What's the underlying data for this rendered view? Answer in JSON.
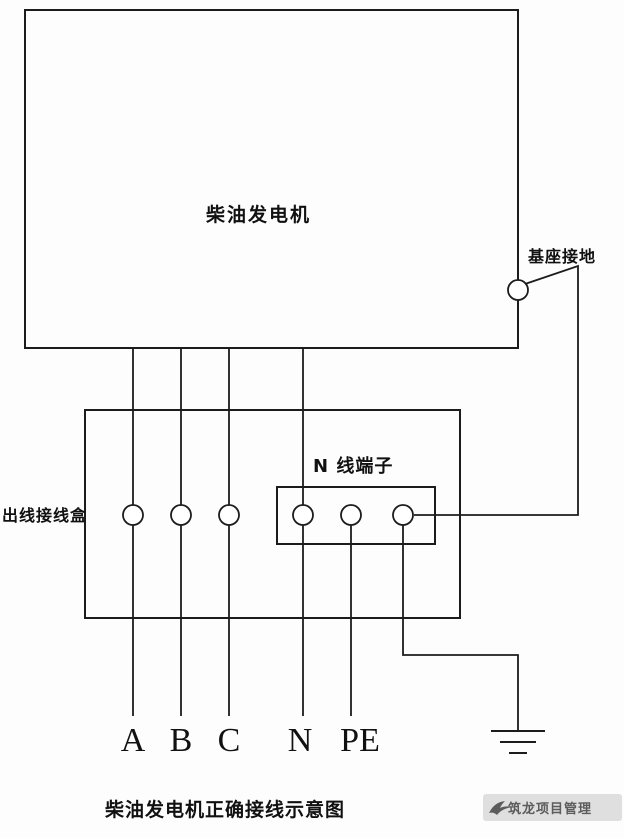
{
  "colors": {
    "background": "#fdfdfd",
    "line": "#1c1c1c",
    "text": "#111111",
    "watermark_bg": "#d9d9d9",
    "watermark_text": "#5c5c5c"
  },
  "diagram": {
    "generator_label": "柴油发电机",
    "base_ground_label": "基座接地",
    "junction_box_label": "出线接线盒",
    "n_terminal_label": "N 线端子",
    "terminals": [
      "A",
      "B",
      "C",
      "N",
      "PE"
    ],
    "title": "柴油发电机正确接线示意图",
    "watermark": "筑龙项目管理"
  }
}
